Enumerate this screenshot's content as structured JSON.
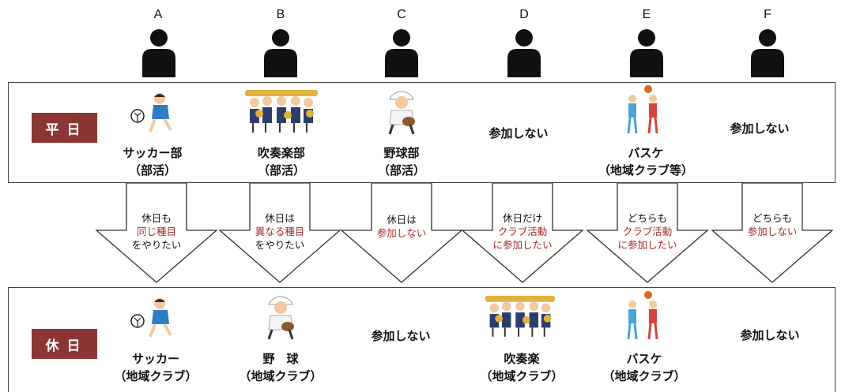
{
  "columns": [
    {
      "letter": "A",
      "weekday_lines": [
        "サッカー部",
        "（部活）"
      ],
      "arrow_lines": [
        "休日も",
        "同じ種目",
        "をやりたい"
      ],
      "arrow_red": [
        false,
        true,
        false
      ],
      "holiday_lines": [
        "サッカー",
        "（地域クラブ）"
      ]
    },
    {
      "letter": "B",
      "weekday_lines": [
        "吹奏楽部",
        "（部活）"
      ],
      "arrow_lines": [
        "休日は",
        "異なる種目",
        "をやりたい"
      ],
      "arrow_red": [
        false,
        true,
        false
      ],
      "holiday_lines": [
        "野　球",
        "（地域クラブ）"
      ]
    },
    {
      "letter": "C",
      "weekday_lines": [
        "野球部",
        "（部活）"
      ],
      "arrow_lines": [
        "休日は",
        "参加しない"
      ],
      "arrow_red": [
        false,
        true
      ],
      "holiday_lines": [
        "参加しない"
      ]
    },
    {
      "letter": "D",
      "weekday_lines": [
        "参加しない"
      ],
      "arrow_lines": [
        "休日だけ",
        "クラブ活動",
        "に参加したい"
      ],
      "arrow_red": [
        false,
        true,
        true
      ],
      "holiday_lines": [
        "吹奏楽",
        "（地域クラブ）"
      ]
    },
    {
      "letter": "E",
      "weekday_lines": [
        "バスケ",
        "（地域クラブ等）"
      ],
      "arrow_lines": [
        "どちらも",
        "クラブ活動",
        "に参加したい"
      ],
      "arrow_red": [
        false,
        true,
        true
      ],
      "holiday_lines": [
        "バスケ",
        "（地域クラブ）"
      ]
    },
    {
      "letter": "F",
      "weekday_lines": [
        "参加しない"
      ],
      "arrow_lines": [
        "どちらも",
        "参加しない"
      ],
      "arrow_red": [
        false,
        true
      ],
      "holiday_lines": [
        "参加しない"
      ]
    }
  ],
  "labels": {
    "weekday": "平日",
    "holiday": "休日"
  },
  "colors": {
    "label_bg": "#8b3535",
    "accent_text": "#a52a2a"
  },
  "icons": [
    "person-icon",
    "soccer-player-icon",
    "brass-band-icon",
    "baseball-player-icon",
    "basketball-players-icon"
  ]
}
